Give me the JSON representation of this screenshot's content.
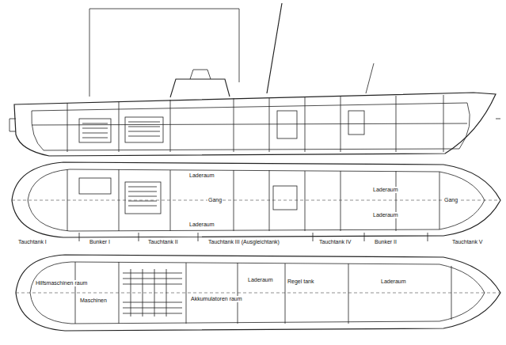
{
  "diagram": {
    "labels": [
      "Laderaum",
      "Laderaum",
      "Gang",
      "Laderaum",
      "Gang",
      "Laderaum",
      "Tauchtank I",
      "Bunker I",
      "Tauchtank II",
      "Tauchtank III (Ausgleichtank)",
      "Tauchtank IV",
      "Bunker II",
      "Tauchtank V",
      "Hilfsmaschinen raum",
      "Maschinen",
      "Akkumulatoren raum",
      "Laderaum",
      "Regel tank",
      "Laderaum"
    ]
  }
}
